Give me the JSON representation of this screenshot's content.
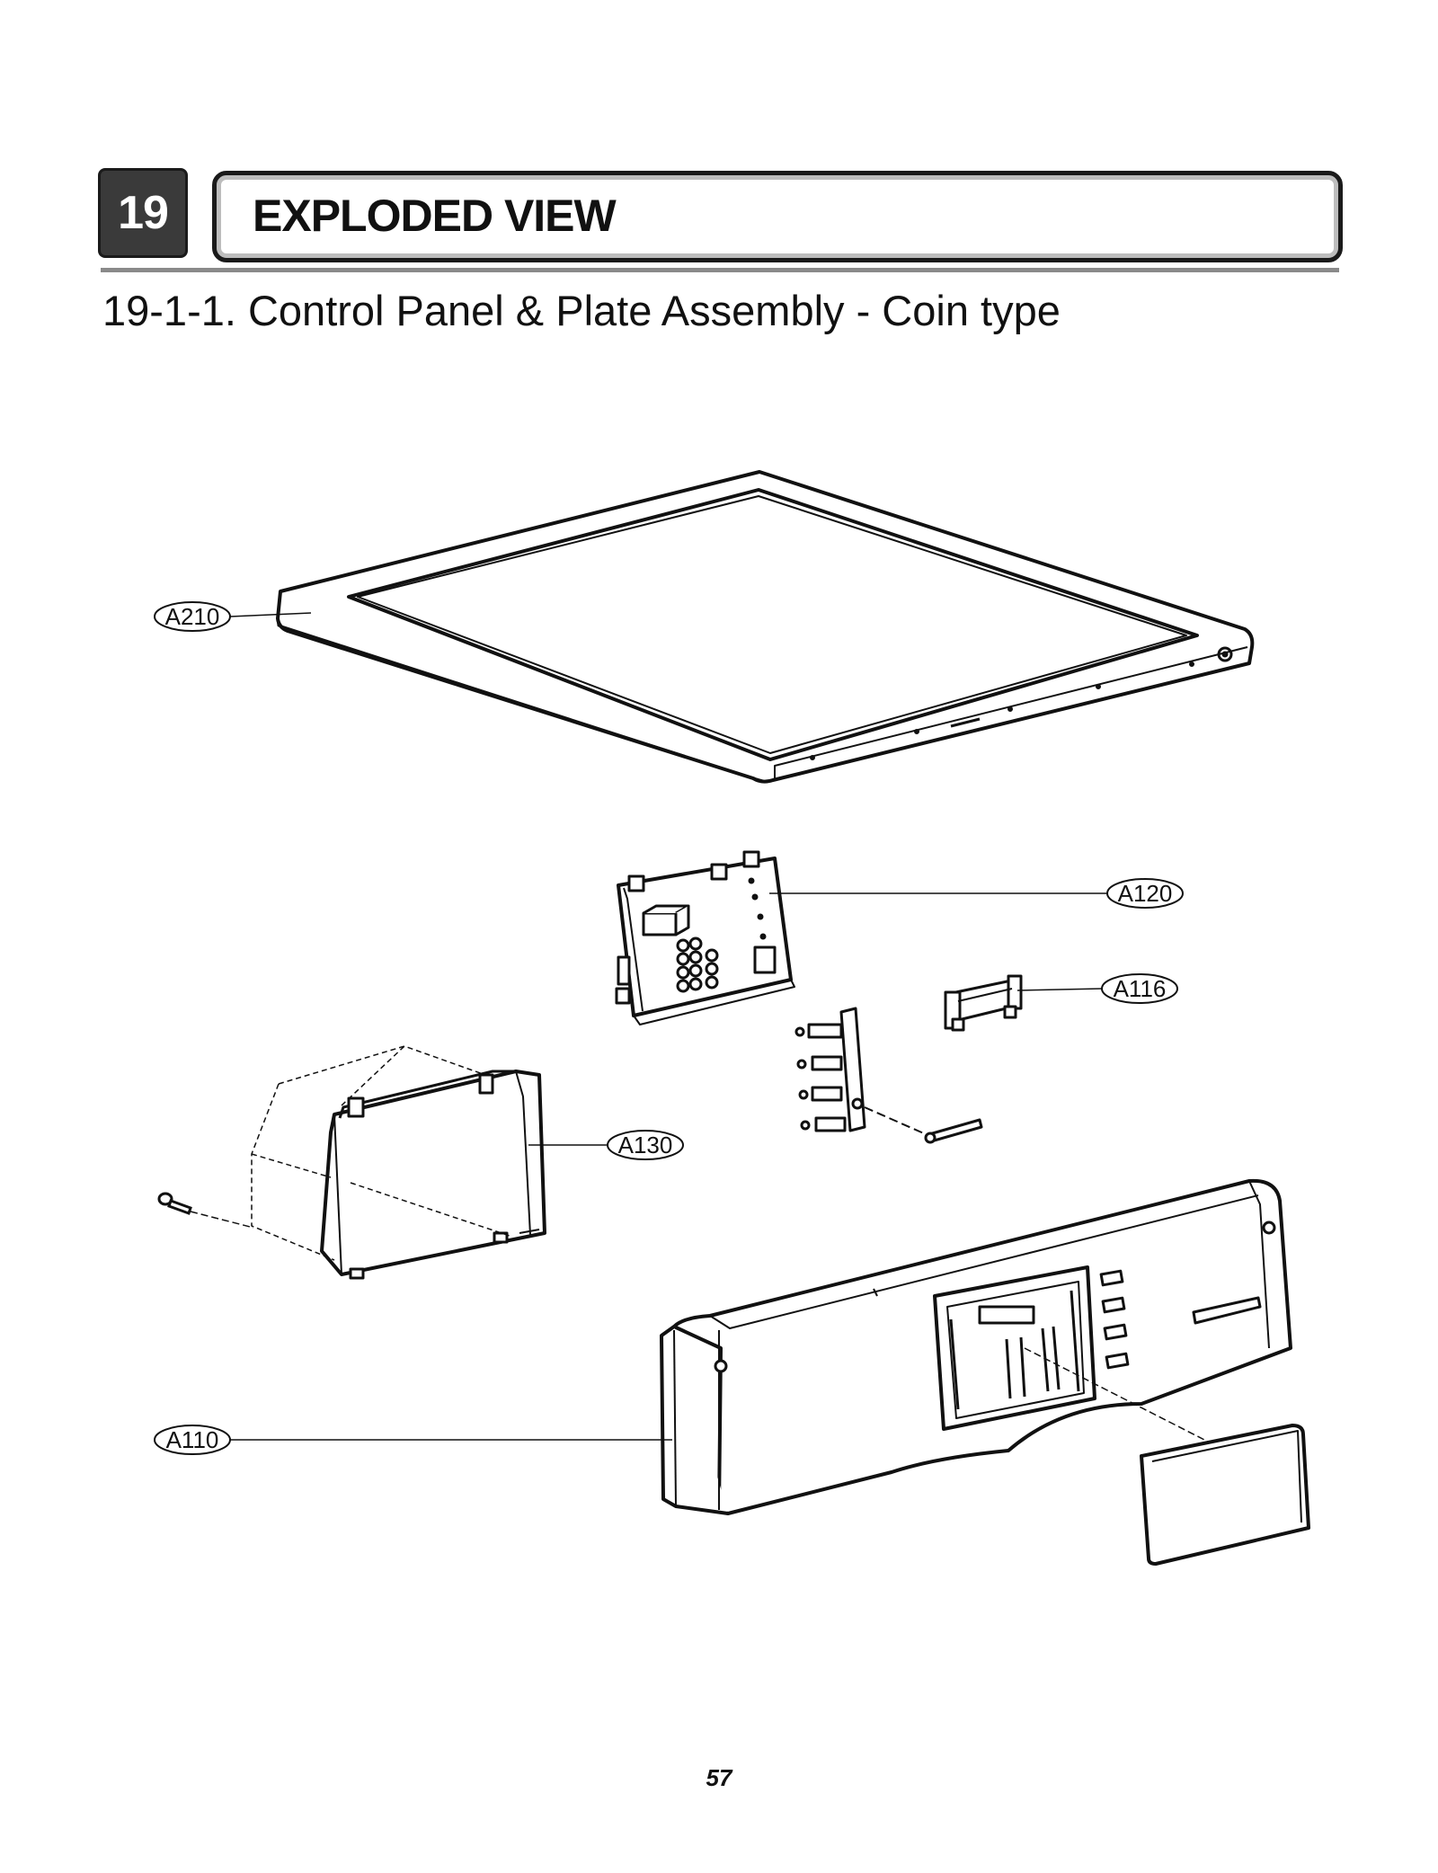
{
  "header": {
    "section_number": "19",
    "section_title": "EXPLODED VIEW",
    "subtitle": "19-1-1. Control Panel & Plate Assembly - Coin type"
  },
  "callouts": {
    "a210": "A210",
    "a120": "A120",
    "a116": "A116",
    "a130": "A130",
    "a110": "A110"
  },
  "footer": {
    "page_number": "57"
  }
}
